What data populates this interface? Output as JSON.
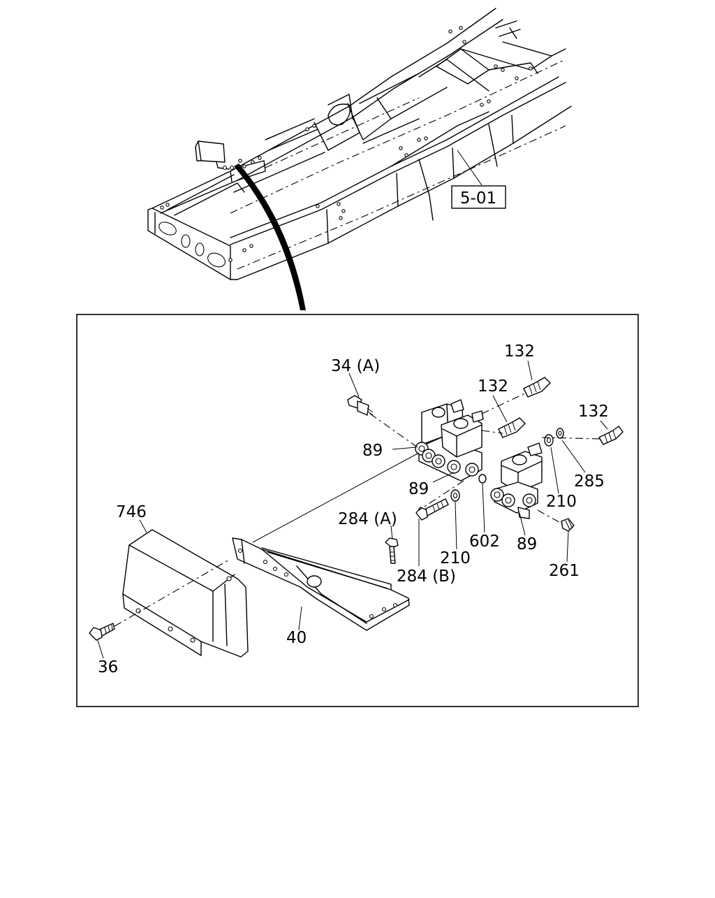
{
  "diagram": {
    "reference_box": "5-01",
    "labels": {
      "bolt_34a": "34 (A)",
      "conn_132_top": "132",
      "conn_132_mid": "132",
      "conn_132_right": "132",
      "valve_89_left": "89",
      "valve_89_mid": "89",
      "valve_89_right": "89",
      "washer_285": "285",
      "washer_210_right": "210",
      "washer_210_mid": "210",
      "oring_602": "602",
      "bolt_284a": "284 (A)",
      "bolt_284b": "284 (B)",
      "plug_261": "261",
      "cover_746": "746",
      "bracket_40": "40",
      "bolt_36": "36"
    }
  }
}
